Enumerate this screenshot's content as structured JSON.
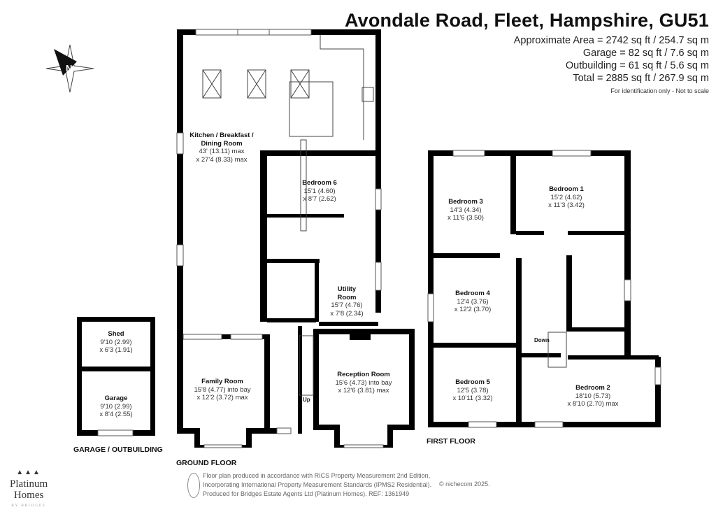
{
  "header": {
    "title": "Avondale Road, Fleet, Hampshire, GU51",
    "areas": [
      "Approximate Area = 2742 sq ft / 254.7 sq m",
      "Garage = 82 sq ft / 7.6 sq m",
      "Outbuilding = 61 sq ft / 5.6 sq m",
      "Total = 2885 sq ft / 267.9 sq m"
    ],
    "note": "For identification only - Not to scale"
  },
  "compass": {
    "label": "N",
    "icon": "compass-north-icon"
  },
  "ground_floor": {
    "label": "GROUND FLOOR",
    "rooms": [
      {
        "name": "Kitchen / Breakfast / Dining Room",
        "name2": "",
        "dims": [
          "43' (13.11) max",
          "x 27'4 (8.33) max"
        ]
      },
      {
        "name": "Bedroom 6",
        "dims": [
          "15'1 (4.60)",
          "x 8'7 (2.62)"
        ]
      },
      {
        "name": "Utility Room",
        "dims": [
          "15'7 (4.76)",
          "x 7'8 (2.34)"
        ]
      },
      {
        "name": "Family Room",
        "dims": [
          "15'8 (4.77) into bay",
          "x 12'2 (3.72) max"
        ]
      },
      {
        "name": "Reception Room",
        "dims": [
          "15'6 (4.73) into bay",
          "x 12'6 (3.81) max"
        ]
      }
    ],
    "stairs_label": "Up"
  },
  "outbuilding": {
    "label": "GARAGE / OUTBUILDING",
    "rooms": [
      {
        "name": "Shed",
        "dims": [
          "9'10 (2.99)",
          "x 6'3 (1.91)"
        ]
      },
      {
        "name": "Garage",
        "dims": [
          "9'10 (2.99)",
          "x 8'4 (2.55)"
        ]
      }
    ]
  },
  "first_floor": {
    "label": "FIRST FLOOR",
    "rooms": [
      {
        "name": "Bedroom 3",
        "dims": [
          "14'3 (4.34)",
          "x 11'6 (3.50)"
        ]
      },
      {
        "name": "Bedroom 1",
        "dims": [
          "15'2 (4.62)",
          "x 11'3 (3.42)"
        ]
      },
      {
        "name": "Bedroom 4",
        "dims": [
          "12'4 (3.76)",
          "x 12'2 (3.70)"
        ]
      },
      {
        "name": "Bedroom 5",
        "dims": [
          "12'5 (3.78)",
          "x 10'11 (3.32)"
        ]
      },
      {
        "name": "Bedroom 2",
        "dims": [
          "18'10 (5.73)",
          "x 8'10 (2.70) max"
        ]
      }
    ],
    "stairs_label": "Down"
  },
  "footer": {
    "lines": [
      "Floor plan produced in accordance with RICS Property Measurement 2nd Edition,",
      "Incorporating International Property Measurement Standards (IPMS2 Residential).",
      "Produced for Bridges Estate Agents Ltd (Platinum Homes).   REF: 1361949"
    ],
    "copyright": "© nichecom 2025.",
    "logo": {
      "line1": "Platinum",
      "line2": "Homes",
      "line3": "BY BRIDGES"
    }
  }
}
